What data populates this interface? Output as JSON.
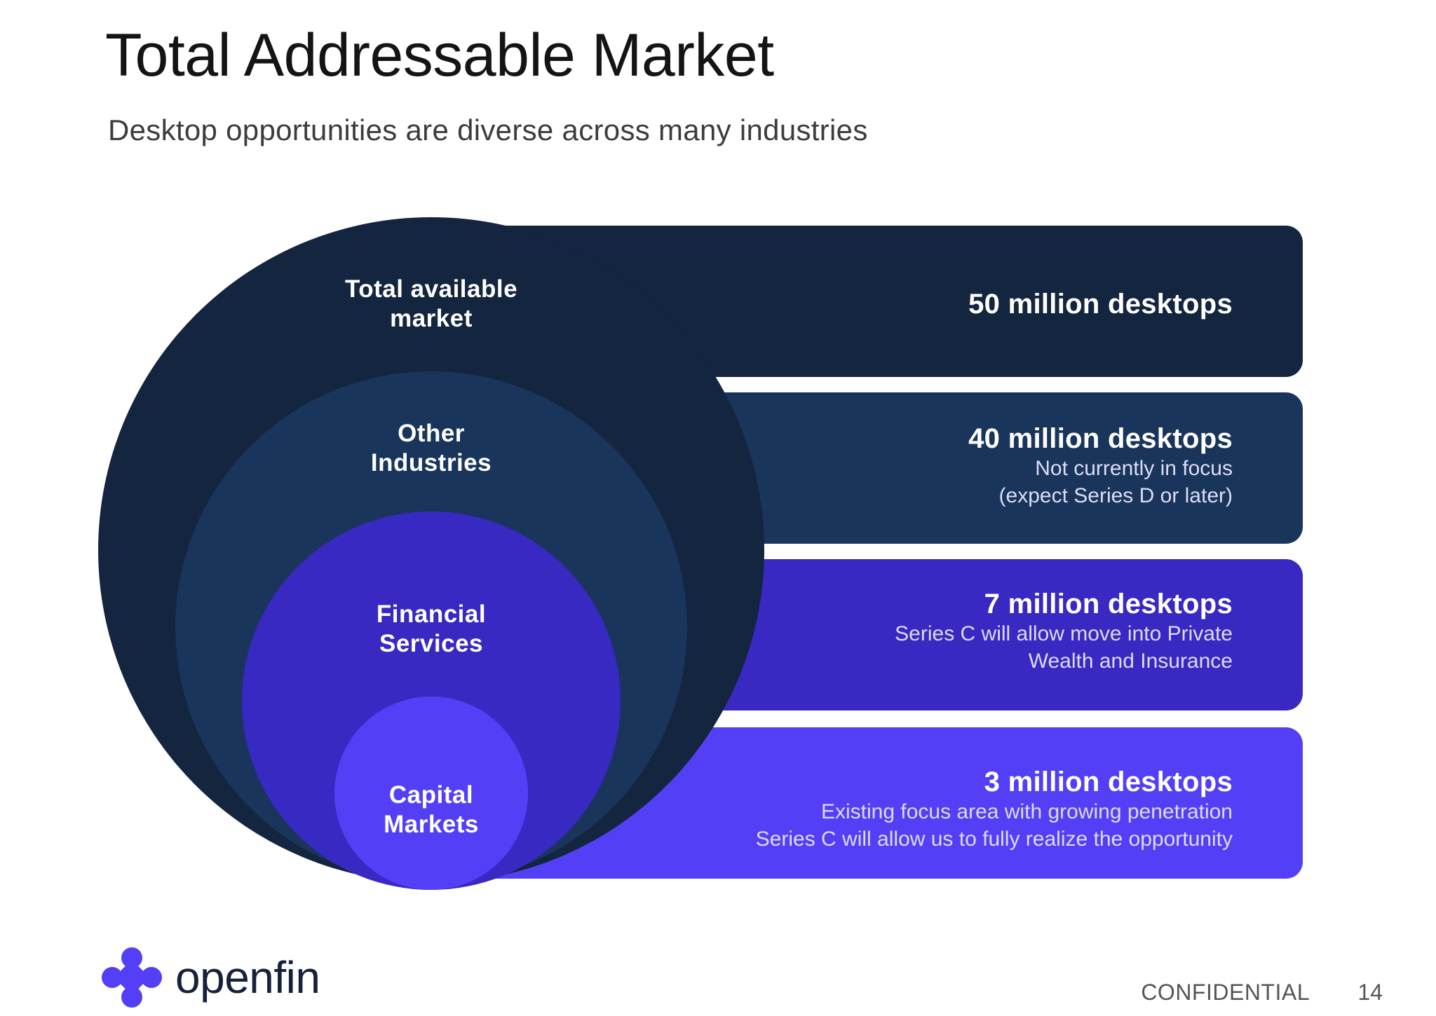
{
  "header": {
    "title": "Total Addressable Market",
    "subtitle": "Desktop opportunities are diverse across many industries"
  },
  "segments": [
    {
      "circle_label": "Total available\nmarket",
      "headline": "50 million desktops",
      "notes": [],
      "color": "#142540"
    },
    {
      "circle_label": "Other\nIndustries",
      "headline": "40 million desktops",
      "notes": [
        "Not currently in focus",
        "(expect Series D or later)"
      ],
      "color": "#1a355c"
    },
    {
      "circle_label": "Financial\nServices",
      "headline": "7 million desktops",
      "notes": [
        "Series C will allow move into Private",
        "Wealth and Insurance"
      ],
      "color": "#3829c2"
    },
    {
      "circle_label": "Capital\nMarkets",
      "headline": "3 million desktops",
      "notes": [
        "Existing focus area with growing penetration",
        "Series C will allow us to fully realize the opportunity"
      ],
      "color": "#5340f6"
    }
  ],
  "brand": {
    "logo_text": "openfin",
    "logo_icon": "openfin-logo-icon",
    "logo_color": "#5340f6"
  },
  "footer": {
    "confidential": "CONFIDENTIAL",
    "page": "14"
  }
}
